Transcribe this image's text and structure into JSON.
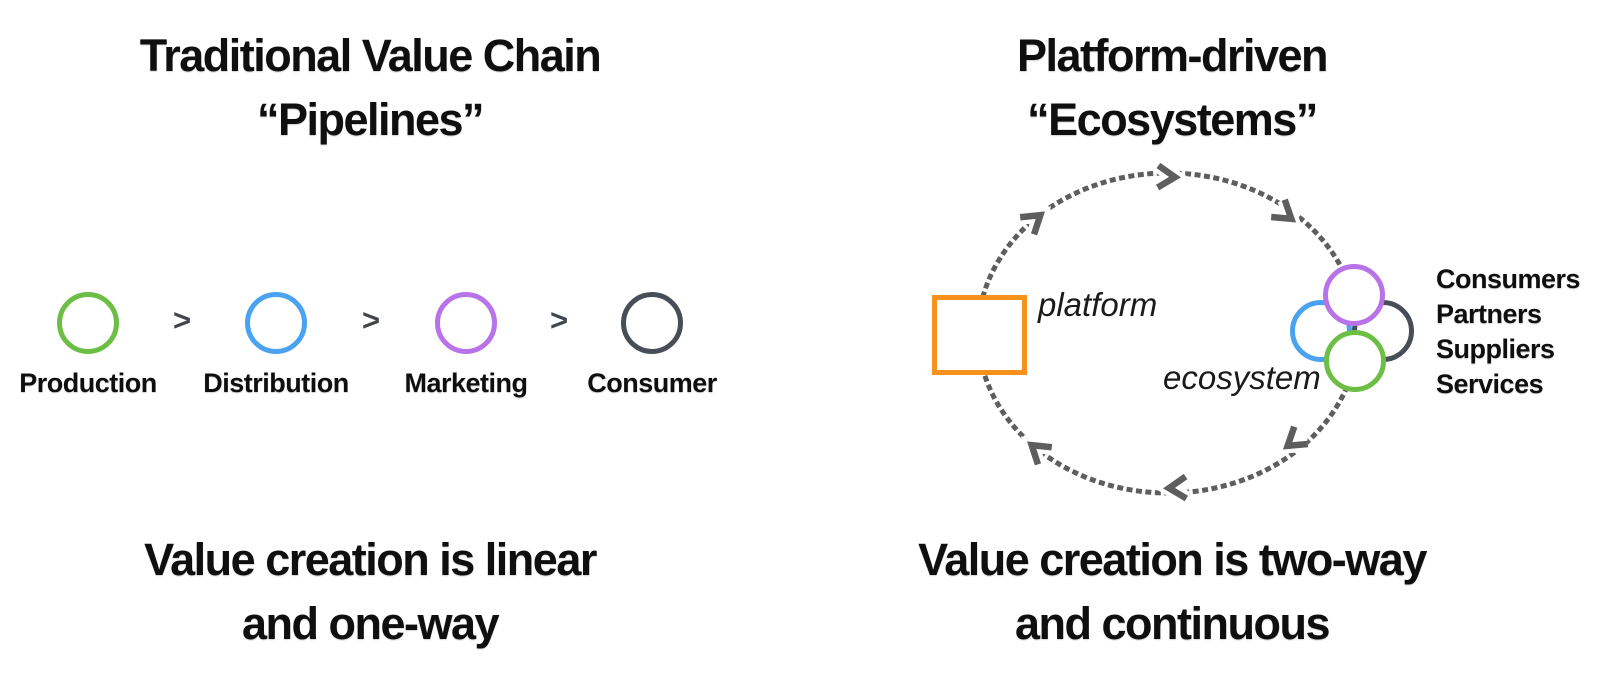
{
  "left": {
    "title_line1": "Traditional Value Chain",
    "title_line2": "“Pipelines”",
    "separator": ">",
    "chain": [
      {
        "label": "Production",
        "color": "#6cbe45"
      },
      {
        "label": "Distribution",
        "color": "#4aa3f0"
      },
      {
        "label": "Marketing",
        "color": "#b873e8"
      },
      {
        "label": "Consumer",
        "color": "#474e58"
      }
    ],
    "caption_line1": "Value creation is linear",
    "caption_line2": "and one-way"
  },
  "right": {
    "title_line1": "Platform-driven",
    "title_line2": "“Ecosystems”",
    "platform_label": "platform",
    "ecosystem_label": "ecosystem",
    "ecosystem_members": [
      "Consumers",
      "Partners",
      "Suppliers",
      "Services"
    ],
    "caption_line1": "Value creation is two-way",
    "caption_line2": "and continuous",
    "colors": {
      "platform_border": "#f5921e",
      "flow": "#5e5e5e",
      "member_purple": "#b873e8",
      "member_blue": "#4aa3f0",
      "member_dark": "#474e58",
      "member_green": "#6cbe45"
    }
  }
}
